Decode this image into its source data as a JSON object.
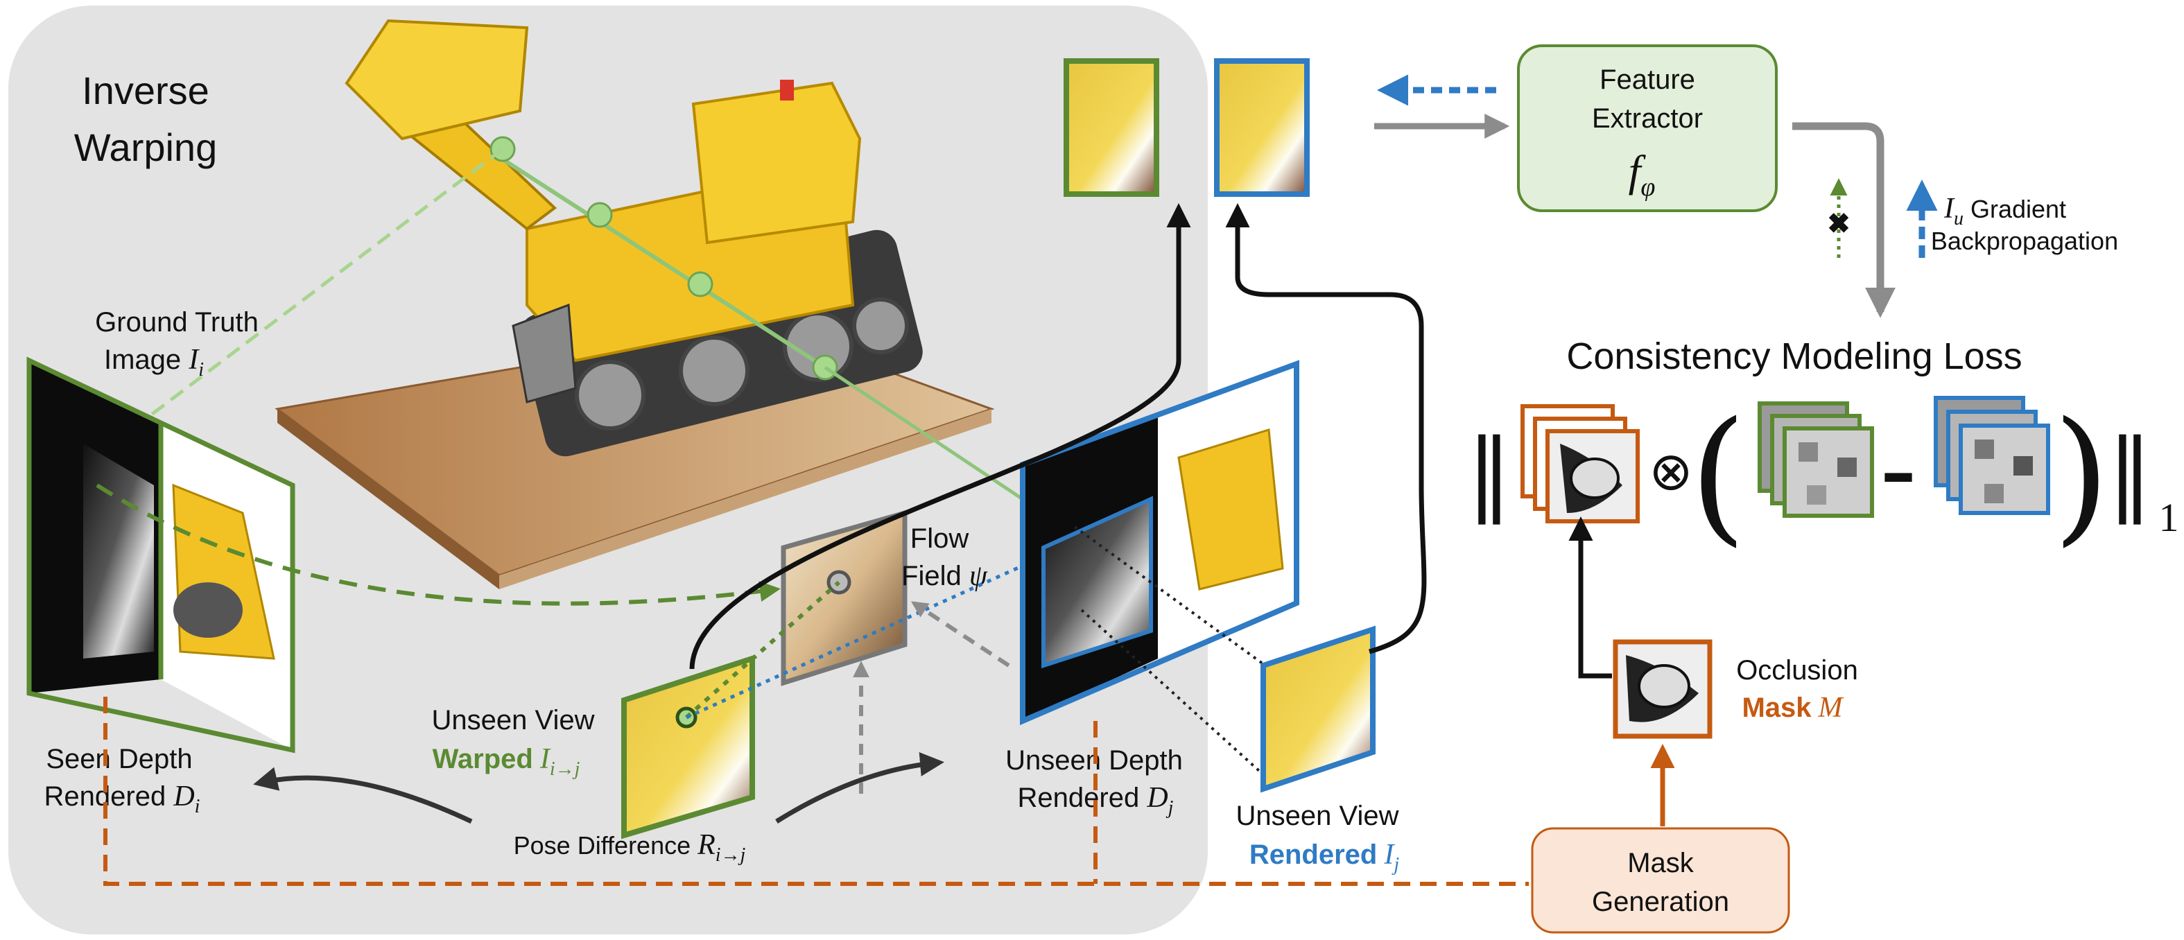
{
  "title_left": {
    "line1": "Inverse",
    "line2": "Warping"
  },
  "ground_truth": {
    "line1": "Ground Truth",
    "line2_text": "Image ",
    "symbol": "I",
    "sub": "i"
  },
  "seen_depth": {
    "line1": "Seen Depth",
    "line2_text": "Rendered ",
    "symbol": "D",
    "sub": "i"
  },
  "unseen_view_warped": {
    "line1": "Unseen View",
    "word": "Warped",
    "symbol": "I",
    "sub": "i→j"
  },
  "flow_field": {
    "line1": "Flow",
    "line2_text": "Field ",
    "symbol": "ψ"
  },
  "pose_difference": {
    "text": "Pose Difference ",
    "symbol": "R",
    "sub": "i→j"
  },
  "unseen_depth": {
    "line1": "Unseen Depth",
    "line2_text": "Rendered ",
    "symbol": "D",
    "sub": "j"
  },
  "unseen_view_rendered": {
    "line1": "Unseen View",
    "word": "Rendered",
    "symbol": "I",
    "sub": "j"
  },
  "feature_extractor": {
    "line1": "Feature",
    "line2": "Extractor",
    "symbol": "f",
    "sub": "φ"
  },
  "gradient": {
    "symbol": "I",
    "sub": "u",
    "line1": "Gradient",
    "line2": "Backpropagation"
  },
  "loss_title": "Consistency Modeling Loss",
  "loss_formula": {
    "norm_open": "‖",
    "otimes": "⊗",
    "paren_open": "(",
    "minus": "–",
    "paren_close": ")",
    "norm_close": "‖",
    "sub": "1"
  },
  "occlusion": {
    "line1": "Occlusion",
    "word": "Mask",
    "symbol": "M"
  },
  "mask_generation": {
    "line1": "Mask",
    "line2": "Generation"
  },
  "colors": {
    "green": "#5b8a32",
    "blue": "#2f7bc4",
    "orange": "#c55a11",
    "gray_panel": "#e3e3e3",
    "arrow_gray": "#8c8c8c"
  }
}
